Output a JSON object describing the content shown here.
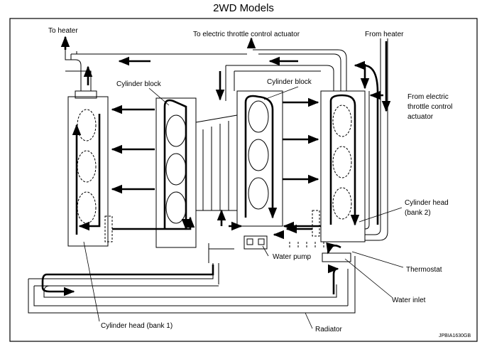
{
  "title": "2WD Models",
  "labels": {
    "to_heater": "To heater",
    "to_throttle": "To electric throttle control actuator",
    "from_heater": "From heater",
    "from_throttle_1": "From electric",
    "from_throttle_2": "throttle control",
    "from_throttle_3": "actuator",
    "cyl_block_left": "Cylinder block",
    "cyl_block_right": "Cylinder block",
    "cyl_head_bank2_1": "Cylinder head",
    "cyl_head_bank2_2": "(bank 2)",
    "water_pump": "Water pump",
    "thermostat": "Thermostat",
    "water_inlet": "Water inlet",
    "cyl_head_bank1": "Cylinder head (bank 1)",
    "radiator": "Radiator"
  },
  "figure_code": "JPBIA1630GB"
}
